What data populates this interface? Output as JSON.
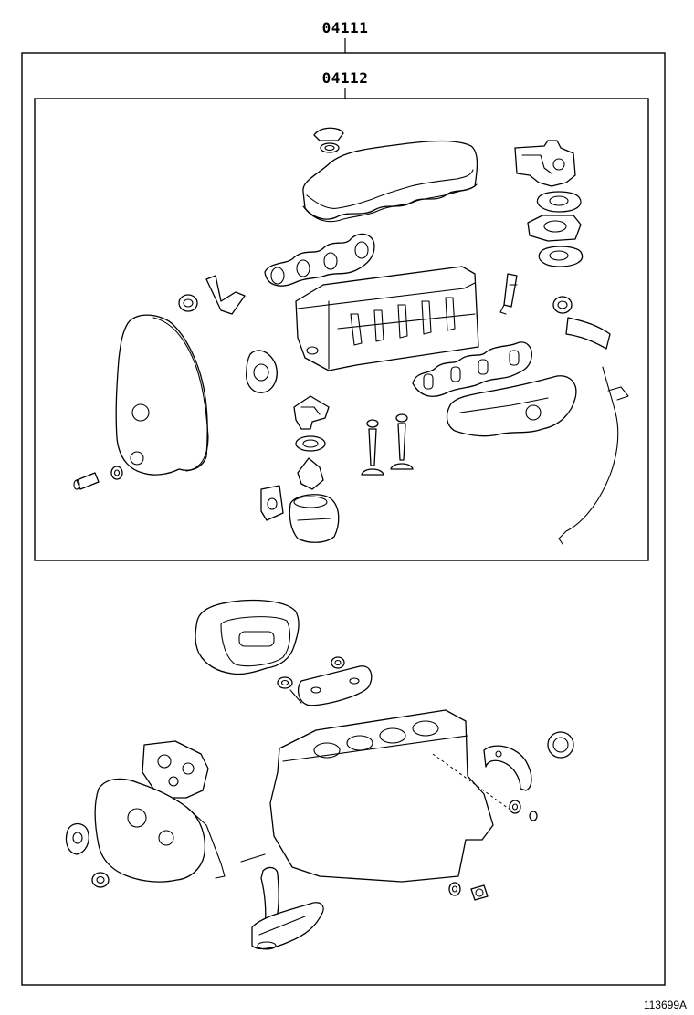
{
  "labels": {
    "kit_outer": "04111",
    "kit_inner": "04112",
    "figure_id": "113699A"
  }
}
